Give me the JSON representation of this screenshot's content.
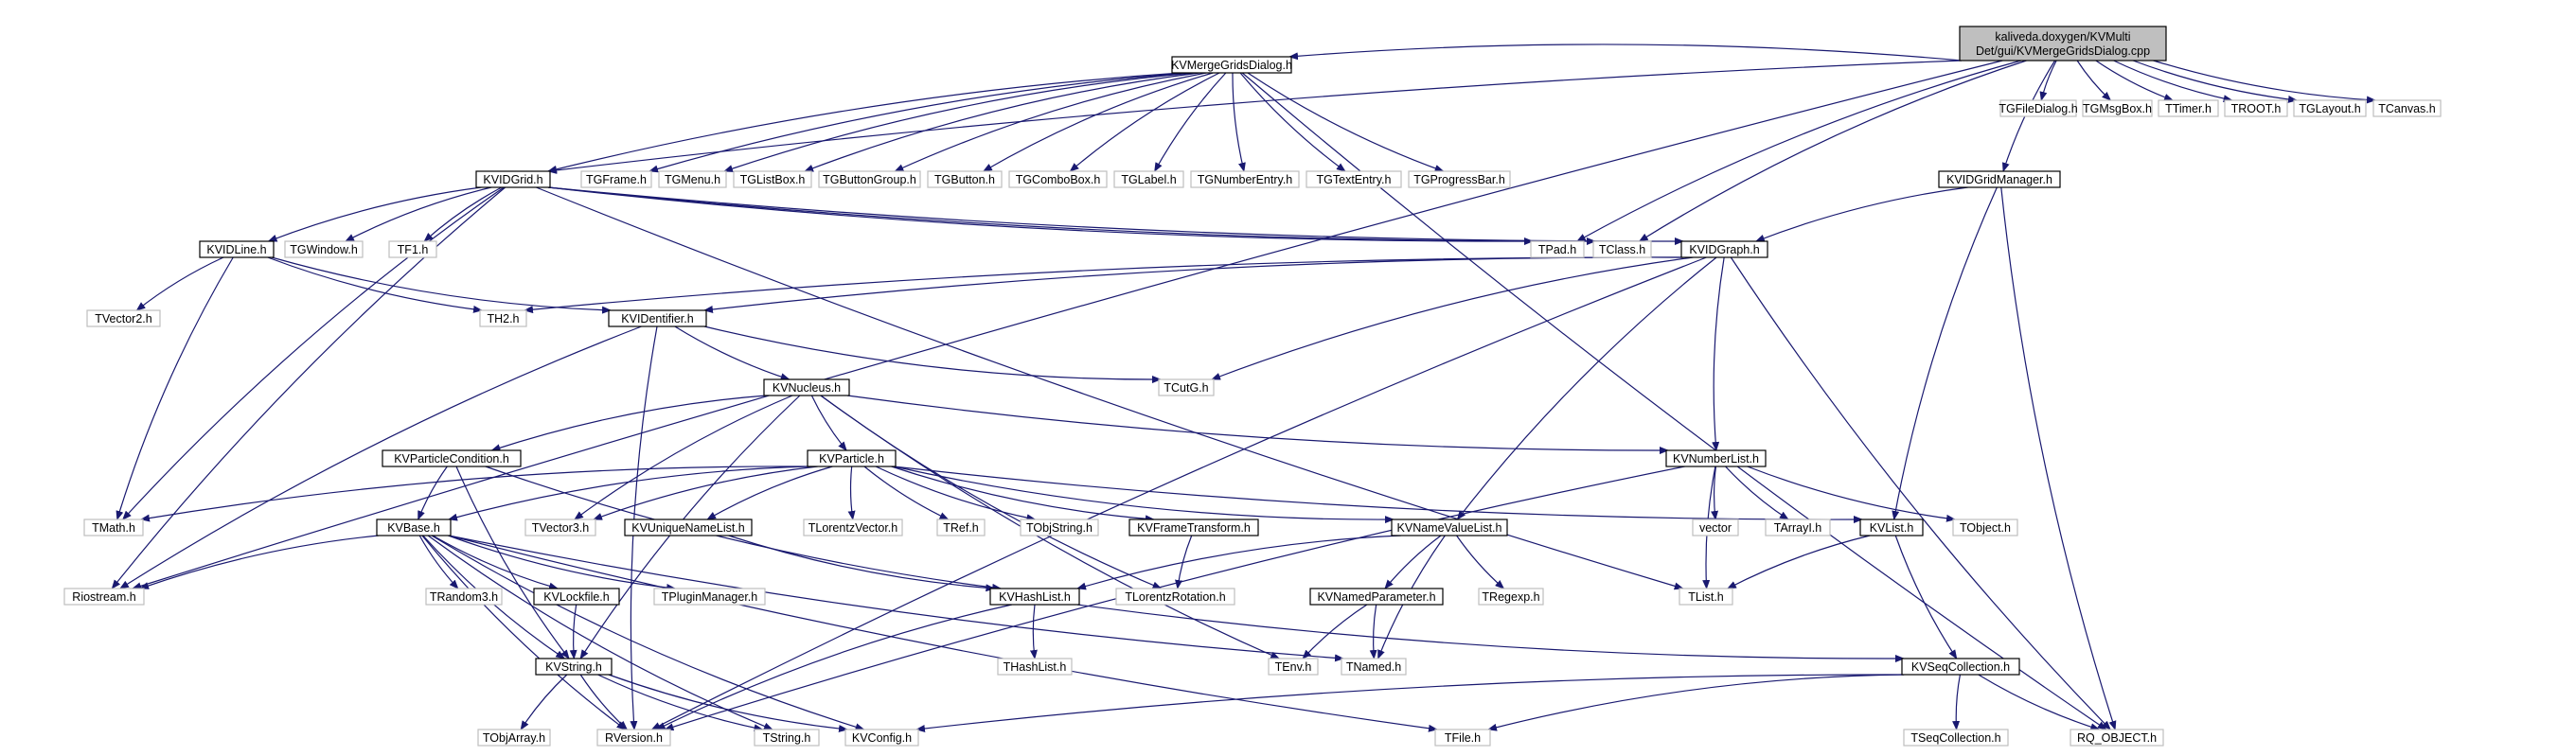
{
  "colors": {
    "edge": "#191970",
    "root_fill": "#bfbfbf",
    "documented_border": "#000000",
    "undocumented_border": "#bfbfbf",
    "background": "#ffffff"
  },
  "nodes": [
    {
      "id": "root",
      "lines": [
        "kaliveda.doxygen/KVMulti",
        "Det/gui/KVMergeGridsDialog.cpp"
      ],
      "kind": "root"
    },
    {
      "id": "KVMergeGridsDialog.h",
      "lines": [
        "KVMergeGridsDialog.h"
      ],
      "kind": "documented"
    },
    {
      "id": "TGFileDialog.h",
      "lines": [
        "TGFileDialog.h"
      ],
      "kind": "external"
    },
    {
      "id": "TGMsgBox.h",
      "lines": [
        "TGMsgBox.h"
      ],
      "kind": "external"
    },
    {
      "id": "TTimer.h",
      "lines": [
        "TTimer.h"
      ],
      "kind": "external"
    },
    {
      "id": "TROOT.h",
      "lines": [
        "TROOT.h"
      ],
      "kind": "external"
    },
    {
      "id": "TGLayout.h",
      "lines": [
        "TGLayout.h"
      ],
      "kind": "external"
    },
    {
      "id": "TCanvas.h",
      "lines": [
        "TCanvas.h"
      ],
      "kind": "external"
    },
    {
      "id": "KVIDGrid.h",
      "lines": [
        "KVIDGrid.h"
      ],
      "kind": "documented"
    },
    {
      "id": "TGFrame.h",
      "lines": [
        "TGFrame.h"
      ],
      "kind": "external"
    },
    {
      "id": "TGMenu.h",
      "lines": [
        "TGMenu.h"
      ],
      "kind": "external"
    },
    {
      "id": "TGListBox.h",
      "lines": [
        "TGListBox.h"
      ],
      "kind": "external"
    },
    {
      "id": "TGButtonGroup.h",
      "lines": [
        "TGButtonGroup.h"
      ],
      "kind": "external"
    },
    {
      "id": "TGButton.h",
      "lines": [
        "TGButton.h"
      ],
      "kind": "external"
    },
    {
      "id": "TGComboBox.h",
      "lines": [
        "TGComboBox.h"
      ],
      "kind": "external"
    },
    {
      "id": "TGLabel.h",
      "lines": [
        "TGLabel.h"
      ],
      "kind": "external"
    },
    {
      "id": "TGNumberEntry.h",
      "lines": [
        "TGNumberEntry.h"
      ],
      "kind": "external"
    },
    {
      "id": "TGTextEntry.h",
      "lines": [
        "TGTextEntry.h"
      ],
      "kind": "external"
    },
    {
      "id": "TGProgressBar.h",
      "lines": [
        "TGProgressBar.h"
      ],
      "kind": "external"
    },
    {
      "id": "KVIDGridManager.h",
      "lines": [
        "KVIDGridManager.h"
      ],
      "kind": "documented"
    },
    {
      "id": "KVIDLine.h",
      "lines": [
        "KVIDLine.h"
      ],
      "kind": "documented"
    },
    {
      "id": "TGWindow.h",
      "lines": [
        "TGWindow.h"
      ],
      "kind": "external"
    },
    {
      "id": "TF1.h",
      "lines": [
        "TF1.h"
      ],
      "kind": "external"
    },
    {
      "id": "TPad.h",
      "lines": [
        "TPad.h"
      ],
      "kind": "external"
    },
    {
      "id": "TClass.h",
      "lines": [
        "TClass.h"
      ],
      "kind": "external"
    },
    {
      "id": "KVIDGraph.h",
      "lines": [
        "KVIDGraph.h"
      ],
      "kind": "documented"
    },
    {
      "id": "TVector2.h",
      "lines": [
        "TVector2.h"
      ],
      "kind": "external"
    },
    {
      "id": "TH2.h",
      "lines": [
        "TH2.h"
      ],
      "kind": "external"
    },
    {
      "id": "KVIDentifier.h",
      "lines": [
        "KVIDentifier.h"
      ],
      "kind": "documented"
    },
    {
      "id": "TCutG.h",
      "lines": [
        "TCutG.h"
      ],
      "kind": "external"
    },
    {
      "id": "KVNucleus.h",
      "lines": [
        "KVNucleus.h"
      ],
      "kind": "documented"
    },
    {
      "id": "KVParticleCondition.h",
      "lines": [
        "KVParticleCondition.h"
      ],
      "kind": "documented"
    },
    {
      "id": "KVParticle.h",
      "lines": [
        "KVParticle.h"
      ],
      "kind": "documented"
    },
    {
      "id": "KVNumberList.h",
      "lines": [
        "KVNumberList.h"
      ],
      "kind": "documented"
    },
    {
      "id": "TMath.h",
      "lines": [
        "TMath.h"
      ],
      "kind": "external"
    },
    {
      "id": "KVBase.h",
      "lines": [
        "KVBase.h"
      ],
      "kind": "documented"
    },
    {
      "id": "TVector3.h",
      "lines": [
        "TVector3.h"
      ],
      "kind": "external"
    },
    {
      "id": "KVUniqueNameList.h",
      "lines": [
        "KVUniqueNameList.h"
      ],
      "kind": "documented"
    },
    {
      "id": "TLorentzVector.h",
      "lines": [
        "TLorentzVector.h"
      ],
      "kind": "external"
    },
    {
      "id": "TRef.h",
      "lines": [
        "TRef.h"
      ],
      "kind": "external"
    },
    {
      "id": "TObjString.h",
      "lines": [
        "TObjString.h"
      ],
      "kind": "external"
    },
    {
      "id": "KVFrameTransform.h",
      "lines": [
        "KVFrameTransform.h"
      ],
      "kind": "documented"
    },
    {
      "id": "KVNameValueList.h",
      "lines": [
        "KVNameValueList.h"
      ],
      "kind": "documented"
    },
    {
      "id": "vector",
      "lines": [
        "vector"
      ],
      "kind": "external"
    },
    {
      "id": "TArrayI.h",
      "lines": [
        "TArrayI.h"
      ],
      "kind": "external"
    },
    {
      "id": "KVList.h",
      "lines": [
        "KVList.h"
      ],
      "kind": "documented"
    },
    {
      "id": "TObject.h",
      "lines": [
        "TObject.h"
      ],
      "kind": "external"
    },
    {
      "id": "Riostream.h",
      "lines": [
        "Riostream.h"
      ],
      "kind": "external"
    },
    {
      "id": "TRandom3.h",
      "lines": [
        "TRandom3.h"
      ],
      "kind": "external"
    },
    {
      "id": "KVLockfile.h",
      "lines": [
        "KVLockfile.h"
      ],
      "kind": "documented"
    },
    {
      "id": "TPluginManager.h",
      "lines": [
        "TPluginManager.h"
      ],
      "kind": "external"
    },
    {
      "id": "KVHashList.h",
      "lines": [
        "KVHashList.h"
      ],
      "kind": "documented"
    },
    {
      "id": "TLorentzRotation.h",
      "lines": [
        "TLorentzRotation.h"
      ],
      "kind": "external"
    },
    {
      "id": "KVNamedParameter.h",
      "lines": [
        "KVNamedParameter.h"
      ],
      "kind": "documented"
    },
    {
      "id": "TRegexp.h",
      "lines": [
        "TRegexp.h"
      ],
      "kind": "external"
    },
    {
      "id": "TList.h",
      "lines": [
        "TList.h"
      ],
      "kind": "external"
    },
    {
      "id": "THashList.h",
      "lines": [
        "THashList.h"
      ],
      "kind": "external"
    },
    {
      "id": "KVString.h",
      "lines": [
        "KVString.h"
      ],
      "kind": "documented"
    },
    {
      "id": "TEnv.h",
      "lines": [
        "TEnv.h"
      ],
      "kind": "external"
    },
    {
      "id": "TNamed.h",
      "lines": [
        "TNamed.h"
      ],
      "kind": "external"
    },
    {
      "id": "KVSeqCollection.h",
      "lines": [
        "KVSeqCollection.h"
      ],
      "kind": "documented"
    },
    {
      "id": "TObjArray.h",
      "lines": [
        "TObjArray.h"
      ],
      "kind": "external"
    },
    {
      "id": "RVersion.h",
      "lines": [
        "RVersion.h"
      ],
      "kind": "external"
    },
    {
      "id": "TString.h",
      "lines": [
        "TString.h"
      ],
      "kind": "external"
    },
    {
      "id": "KVConfig.h",
      "lines": [
        "KVConfig.h"
      ],
      "kind": "external"
    },
    {
      "id": "TFile.h",
      "lines": [
        "TFile.h"
      ],
      "kind": "external"
    },
    {
      "id": "TSeqCollection.h",
      "lines": [
        "TSeqCollection.h"
      ],
      "kind": "external"
    },
    {
      "id": "RQ_OBJECT.h",
      "lines": [
        "RQ_OBJECT.h"
      ],
      "kind": "external"
    }
  ],
  "edges": [
    [
      "root",
      "Riostream.h"
    ],
    [
      "root",
      "KVMergeGridsDialog.h"
    ],
    [
      "root",
      "KVIDGrid.h"
    ],
    [
      "root",
      "TPad.h"
    ],
    [
      "root",
      "KVIDGridManager.h"
    ],
    [
      "root",
      "TGFileDialog.h"
    ],
    [
      "root",
      "TGMsgBox.h"
    ],
    [
      "root",
      "TTimer.h"
    ],
    [
      "root",
      "TROOT.h"
    ],
    [
      "root",
      "TGLayout.h"
    ],
    [
      "root",
      "TCanvas.h"
    ],
    [
      "root",
      "TClass.h"
    ],
    [
      "KVMergeGridsDialog.h",
      "KVIDGrid.h"
    ],
    [
      "KVMergeGridsDialog.h",
      "TGFrame.h"
    ],
    [
      "KVMergeGridsDialog.h",
      "TGMenu.h"
    ],
    [
      "KVMergeGridsDialog.h",
      "TGListBox.h"
    ],
    [
      "KVMergeGridsDialog.h",
      "TGButtonGroup.h"
    ],
    [
      "KVMergeGridsDialog.h",
      "TGButton.h"
    ],
    [
      "KVMergeGridsDialog.h",
      "TGComboBox.h"
    ],
    [
      "KVMergeGridsDialog.h",
      "TGLabel.h"
    ],
    [
      "KVMergeGridsDialog.h",
      "TGNumberEntry.h"
    ],
    [
      "KVMergeGridsDialog.h",
      "TGTextEntry.h"
    ],
    [
      "KVMergeGridsDialog.h",
      "TGProgressBar.h"
    ],
    [
      "KVMergeGridsDialog.h",
      "RQ_OBJECT.h"
    ],
    [
      "KVIDGrid.h",
      "KVIDLine.h"
    ],
    [
      "KVIDGrid.h",
      "TGWindow.h"
    ],
    [
      "KVIDGrid.h",
      "TF1.h"
    ],
    [
      "KVIDGrid.h",
      "TPad.h"
    ],
    [
      "KVIDGrid.h",
      "TClass.h"
    ],
    [
      "KVIDGrid.h",
      "KVIDGraph.h"
    ],
    [
      "KVIDGrid.h",
      "TMath.h"
    ],
    [
      "KVIDGrid.h",
      "Riostream.h"
    ],
    [
      "KVIDGrid.h",
      "TList.h"
    ],
    [
      "KVIDGridManager.h",
      "KVIDGraph.h"
    ],
    [
      "KVIDGridManager.h",
      "KVList.h"
    ],
    [
      "KVIDGridManager.h",
      "RQ_OBJECT.h"
    ],
    [
      "KVIDLine.h",
      "TVector2.h"
    ],
    [
      "KVIDLine.h",
      "TH2.h"
    ],
    [
      "KVIDLine.h",
      "KVIDentifier.h"
    ],
    [
      "KVIDLine.h",
      "TMath.h"
    ],
    [
      "KVIDGraph.h",
      "TH2.h"
    ],
    [
      "KVIDGraph.h",
      "KVIDentifier.h"
    ],
    [
      "KVIDGraph.h",
      "TCutG.h"
    ],
    [
      "KVIDGraph.h",
      "KVNumberList.h"
    ],
    [
      "KVIDGraph.h",
      "KVNameValueList.h"
    ],
    [
      "KVIDGraph.h",
      "RVersion.h"
    ],
    [
      "KVIDGraph.h",
      "RQ_OBJECT.h"
    ],
    [
      "KVIDentifier.h",
      "KVNucleus.h"
    ],
    [
      "KVIDentifier.h",
      "TCutG.h"
    ],
    [
      "KVIDentifier.h",
      "Riostream.h"
    ],
    [
      "KVIDentifier.h",
      "RVersion.h"
    ],
    [
      "KVNucleus.h",
      "KVParticleCondition.h"
    ],
    [
      "KVNucleus.h",
      "KVParticle.h"
    ],
    [
      "KVNucleus.h",
      "KVNumberList.h"
    ],
    [
      "KVNucleus.h",
      "TVector3.h"
    ],
    [
      "KVNucleus.h",
      "KVString.h"
    ],
    [
      "KVNucleus.h",
      "TEnv.h"
    ],
    [
      "KVNucleus.h",
      "TLorentzRotation.h"
    ],
    [
      "KVParticleCondition.h",
      "KVBase.h"
    ],
    [
      "KVParticleCondition.h",
      "KVString.h"
    ],
    [
      "KVParticleCondition.h",
      "KVHashList.h"
    ],
    [
      "KVParticle.h",
      "TMath.h"
    ],
    [
      "KVParticle.h",
      "KVBase.h"
    ],
    [
      "KVParticle.h",
      "TVector3.h"
    ],
    [
      "KVParticle.h",
      "KVUniqueNameList.h"
    ],
    [
      "KVParticle.h",
      "TLorentzVector.h"
    ],
    [
      "KVParticle.h",
      "TRef.h"
    ],
    [
      "KVParticle.h",
      "TObjString.h"
    ],
    [
      "KVParticle.h",
      "KVFrameTransform.h"
    ],
    [
      "KVParticle.h",
      "KVNameValueList.h"
    ],
    [
      "KVParticle.h",
      "KVList.h"
    ],
    [
      "KVNumberList.h",
      "vector"
    ],
    [
      "KVNumberList.h",
      "TArrayI.h"
    ],
    [
      "KVNumberList.h",
      "TObject.h"
    ],
    [
      "KVNumberList.h",
      "TList.h"
    ],
    [
      "KVNumberList.h",
      "RVersion.h"
    ],
    [
      "KVBase.h",
      "Riostream.h"
    ],
    [
      "KVBase.h",
      "TRandom3.h"
    ],
    [
      "KVBase.h",
      "KVLockfile.h"
    ],
    [
      "KVBase.h",
      "TPluginManager.h"
    ],
    [
      "KVBase.h",
      "KVString.h"
    ],
    [
      "KVBase.h",
      "RVersion.h"
    ],
    [
      "KVBase.h",
      "TString.h"
    ],
    [
      "KVBase.h",
      "KVConfig.h"
    ],
    [
      "KVBase.h",
      "TFile.h"
    ],
    [
      "KVBase.h",
      "TNamed.h"
    ],
    [
      "KVUniqueNameList.h",
      "KVHashList.h"
    ],
    [
      "KVFrameTransform.h",
      "TLorentzRotation.h"
    ],
    [
      "KVNameValueList.h",
      "KVHashList.h"
    ],
    [
      "KVNameValueList.h",
      "KVNamedParameter.h"
    ],
    [
      "KVNameValueList.h",
      "TRegexp.h"
    ],
    [
      "KVNameValueList.h",
      "TNamed.h"
    ],
    [
      "KVList.h",
      "TList.h"
    ],
    [
      "KVList.h",
      "KVSeqCollection.h"
    ],
    [
      "KVLockfile.h",
      "KVString.h"
    ],
    [
      "KVHashList.h",
      "THashList.h"
    ],
    [
      "KVHashList.h",
      "KVSeqCollection.h"
    ],
    [
      "KVHashList.h",
      "RVersion.h"
    ],
    [
      "KVNamedParameter.h",
      "TEnv.h"
    ],
    [
      "KVNamedParameter.h",
      "TNamed.h"
    ],
    [
      "KVString.h",
      "TObjArray.h"
    ],
    [
      "KVString.h",
      "RVersion.h"
    ],
    [
      "KVString.h",
      "TString.h"
    ],
    [
      "KVString.h",
      "KVConfig.h"
    ],
    [
      "KVSeqCollection.h",
      "KVConfig.h"
    ],
    [
      "KVSeqCollection.h",
      "TFile.h"
    ],
    [
      "KVSeqCollection.h",
      "TSeqCollection.h"
    ],
    [
      "KVSeqCollection.h",
      "RQ_OBJECT.h"
    ]
  ]
}
